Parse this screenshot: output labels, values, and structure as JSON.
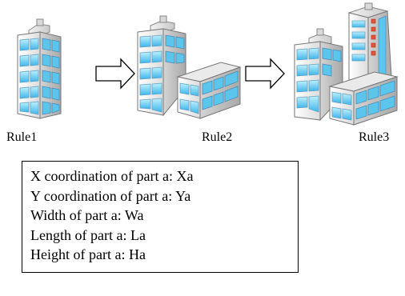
{
  "rules": [
    {
      "label": "Rule1",
      "building": "building-icon"
    },
    {
      "label": "Rule2",
      "building": "building-with-annex-icon"
    },
    {
      "label": "Rule3",
      "building": "building-complex-icon"
    }
  ],
  "arrows": [
    "right-arrow-icon",
    "right-arrow-icon"
  ],
  "attributes": [
    "X coordination of part a: Xa",
    "Y coordination of part a: Ya",
    "Width of part a: Wa",
    "Length of part a: La",
    "Height of part a: Ha"
  ],
  "colors": {
    "window": "#6fd0ef",
    "window_dark": "#3d9ccb",
    "wall_light": "#f3f3f3",
    "wall_shade": "#c4c4c4",
    "outline": "#707070",
    "accent_window": "#e0553b"
  }
}
